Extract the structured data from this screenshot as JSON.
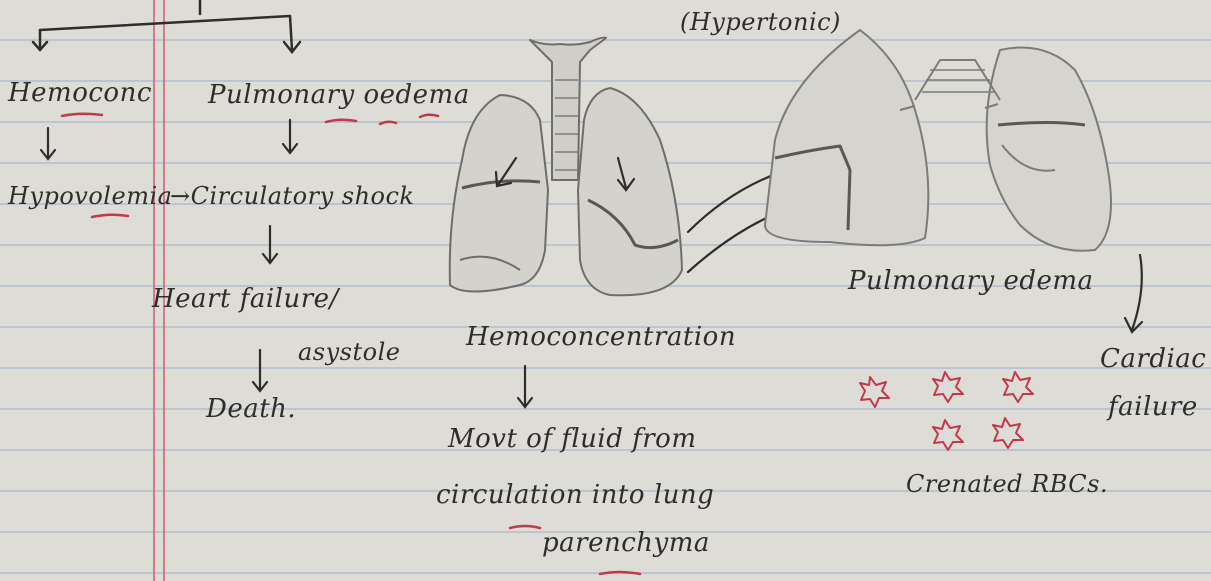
{
  "flow_left": {
    "hemoconc": "Hemoconc",
    "pulmonary_oedema": "Pulmonary oedema",
    "hypovolemia": "Hypovolemia",
    "circulatory_shock": "→Circulatory shock",
    "heart_failure": "Heart failure/",
    "asystole": "asystole",
    "death": "Death."
  },
  "flow_middle": {
    "hemoconcentration": "Hemoconcentration",
    "movt_line1": "Movt of fluid from",
    "movt_line2": "circulation into lung",
    "movt_line3": "parenchyma"
  },
  "flow_right": {
    "hypertonic": "(Hypertonic)",
    "pulmonary_edema": "Pulmonary edema",
    "cardiac_line1": "Cardiac",
    "cardiac_line2": "failure",
    "crenated": "Crenated RBCs."
  },
  "colors": {
    "paper": "#dedcd7",
    "ink": "#2e2d2b",
    "pencil": "#7d7b77",
    "red_ink": "#c23a4a",
    "rule_line": "#8ca0c4",
    "margin": "#d75a6e"
  }
}
